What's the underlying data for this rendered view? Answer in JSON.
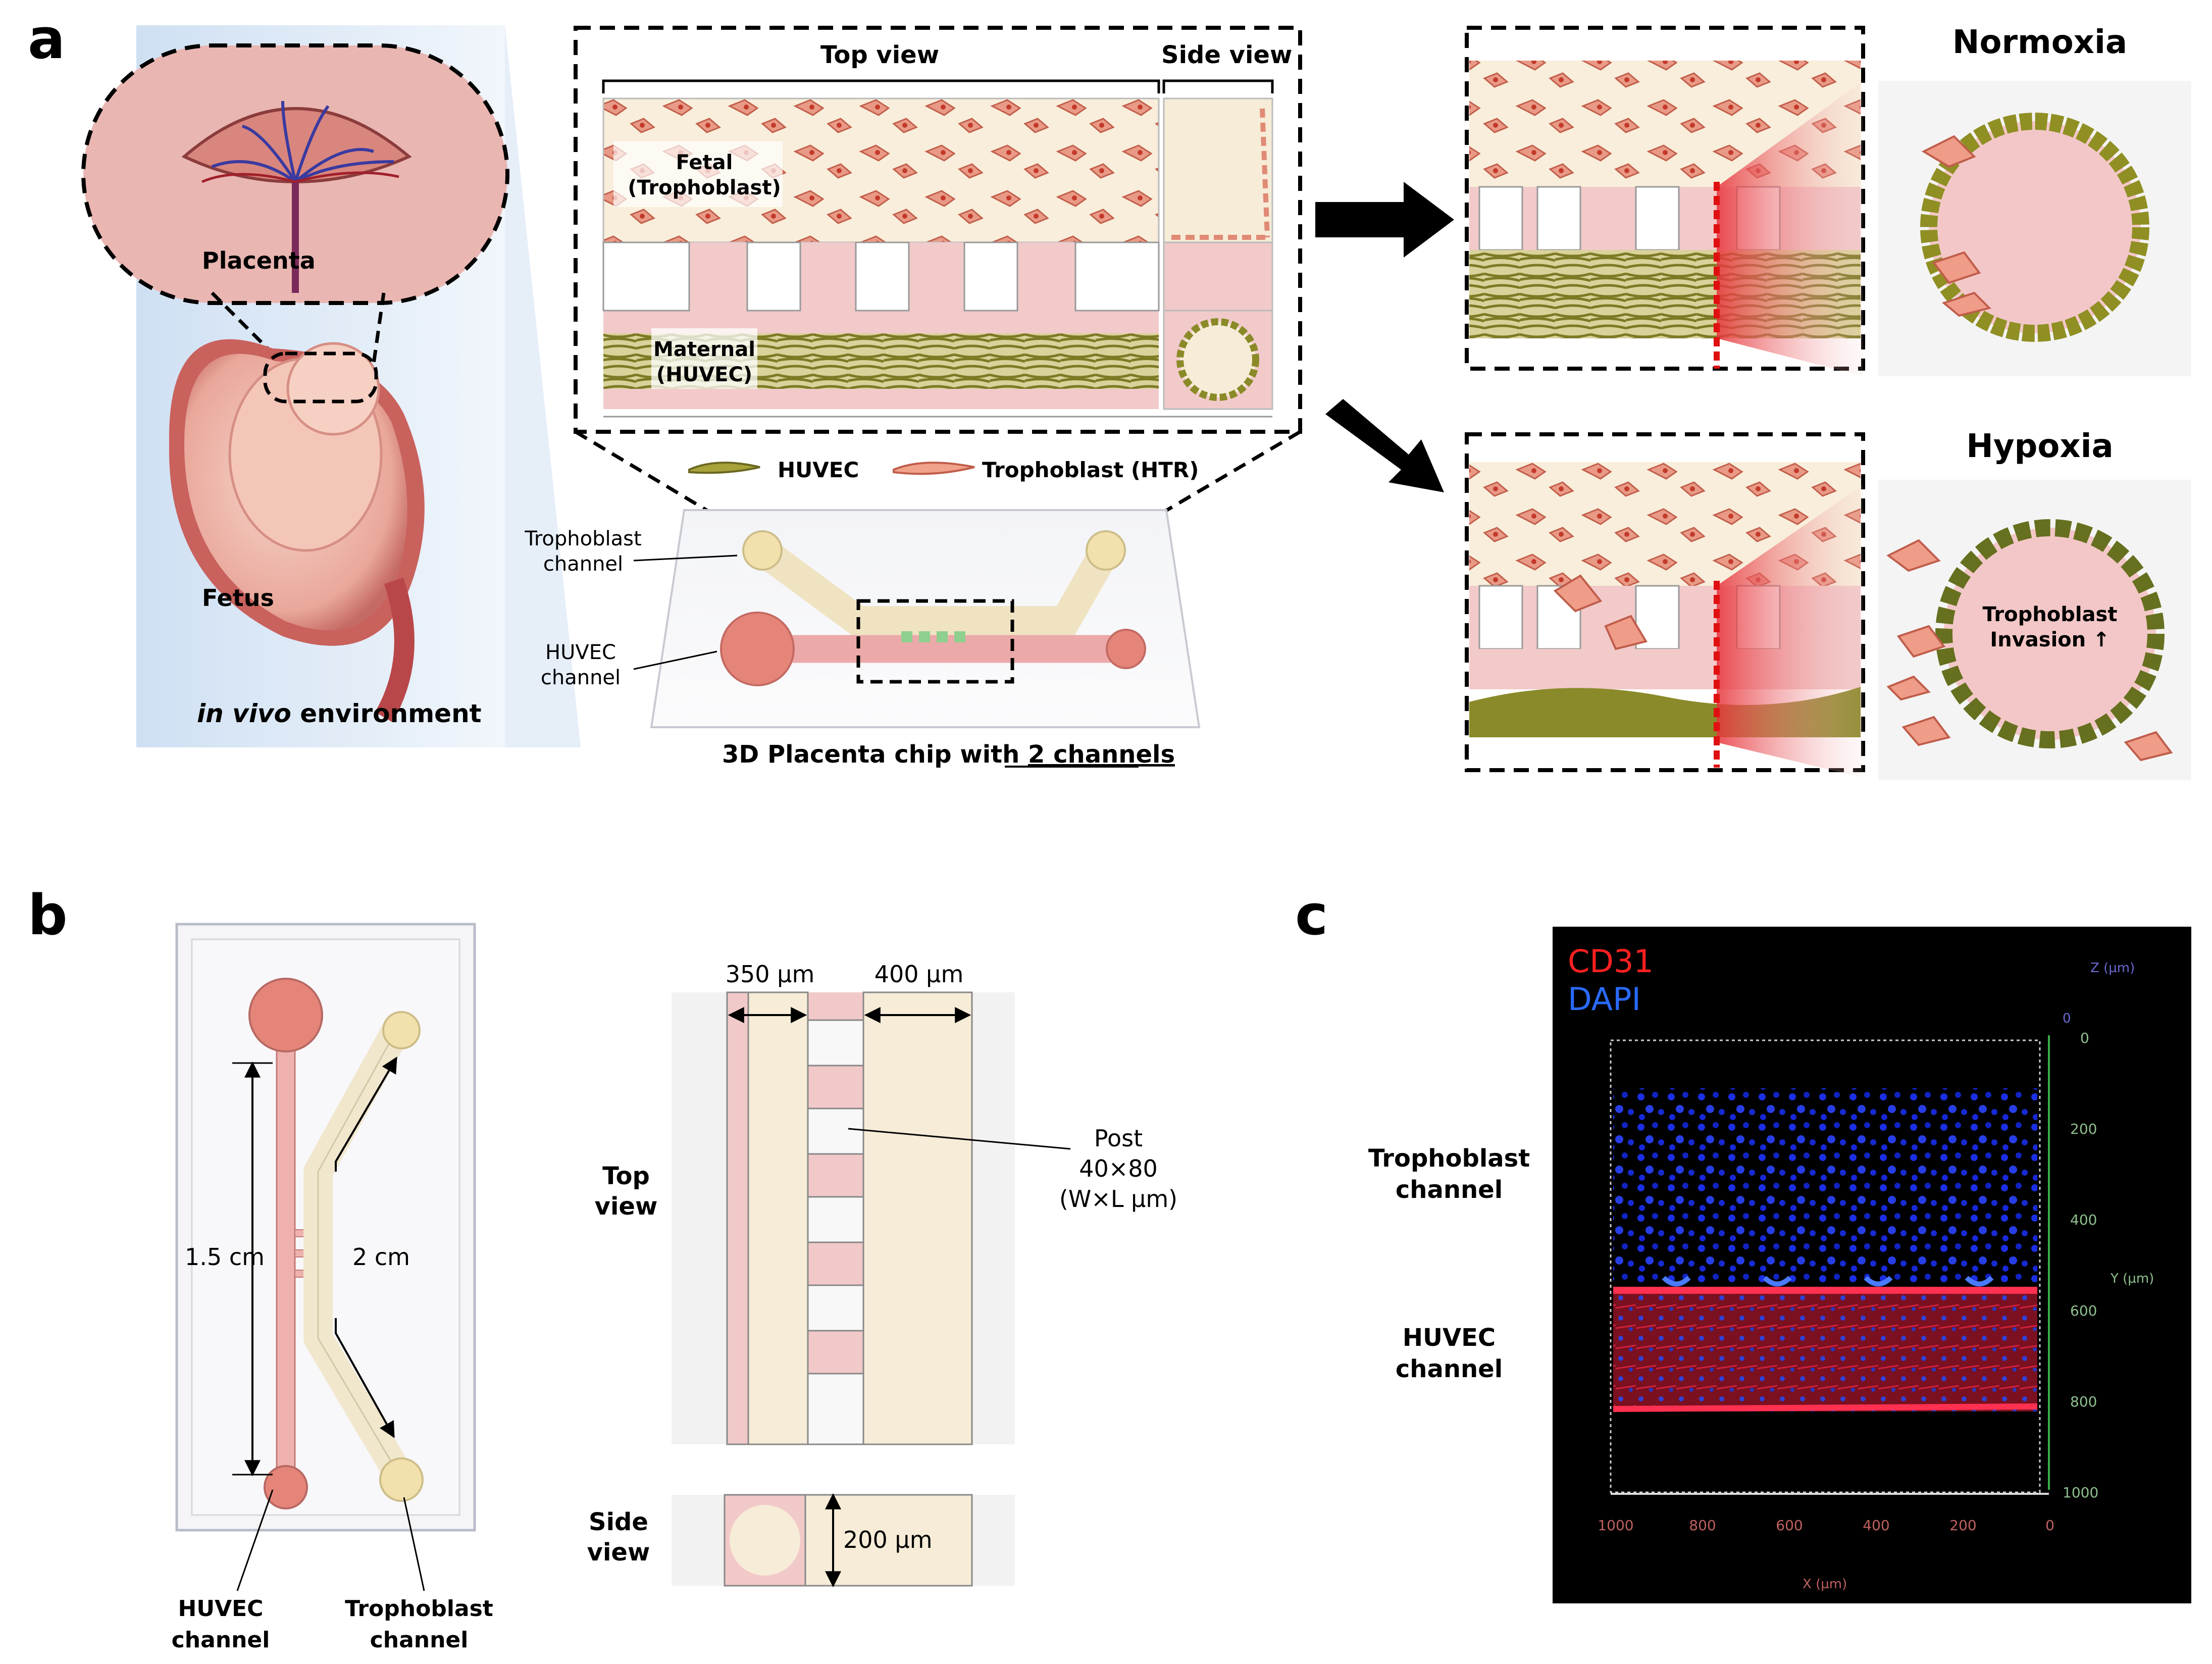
{
  "panels": {
    "a": "a",
    "b": "b",
    "c": "c"
  },
  "a": {
    "placenta": "Placenta",
    "fetus": "Fetus",
    "env_em": "in vivo",
    "env_rest": " environment",
    "top_view": "Top view",
    "side_view": "Side view",
    "fetal": "Fetal",
    "fetal_sub": "(Trophoblast)",
    "maternal": "Maternal",
    "maternal_sub": "(HUVEC)",
    "legend_huvec": "HUVEC",
    "legend_troph": "Trophoblast (HTR)",
    "troph_ch_1": "Trophoblast",
    "troph_ch_2": "channel",
    "huvec_ch_1": "HUVEC",
    "huvec_ch_2": "channel",
    "chip_prefix": "3D Placenta chip with ",
    "chip_u": "2 channels",
    "normoxia": "Normoxia",
    "hypoxia": "Hypoxia",
    "invasion_1": "Trophoblast",
    "invasion_2": "Invasion ↑"
  },
  "b": {
    "len_1": "1.5 cm",
    "len_2": "2 cm",
    "huvec_1": "HUVEC",
    "huvec_2": "channel",
    "troph_1": "Trophoblast",
    "troph_2": "channel",
    "w1": "350 µm",
    "w2": "400 µm",
    "post_1": "Post",
    "post_2": "40×80",
    "post_3": "(W×L µm)",
    "top_1": "Top",
    "top_2": "view",
    "side_1": "Side",
    "side_2": "view",
    "h": "200 µm"
  },
  "c": {
    "cd31": "CD31",
    "dapi": "DAPI",
    "troph_1": "Trophoblast",
    "troph_2": "channel",
    "huvec_1": "HUVEC",
    "huvec_2": "channel",
    "z_axis": "Z (µm)",
    "y_axis": "Y (µm)",
    "x_axis": "X (µm)",
    "z_ticks": [
      "0"
    ],
    "y_ticks": [
      "0",
      "200",
      "400",
      "600",
      "800",
      "1000"
    ],
    "x_ticks": [
      "1000",
      "800",
      "600",
      "400",
      "200",
      "0"
    ]
  },
  "colors": {
    "pink": "#f2c9c9",
    "cream": "#f6ecd7",
    "olive": "#9a9a3a",
    "red": "#e02020",
    "blue": "#2233ff",
    "black": "#000000"
  }
}
